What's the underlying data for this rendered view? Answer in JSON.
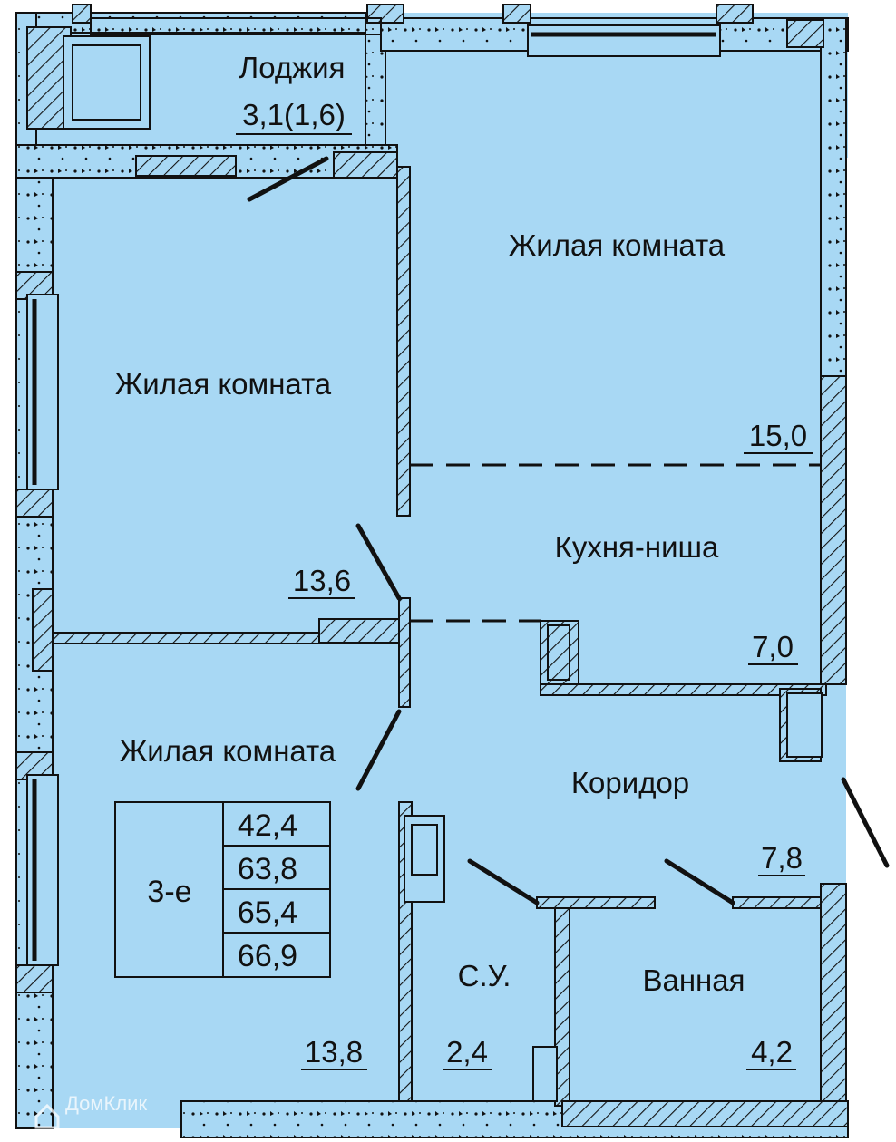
{
  "colors": {
    "room_fill": "#a8d8f4",
    "wall_fill": "#a8d8f4",
    "line": "#111111",
    "hatch": "#111111"
  },
  "rooms": {
    "loggia": {
      "name": "Лоджия",
      "area": "3,1(1,6)"
    },
    "living_left_top": {
      "name": "Жилая комната",
      "area": "13,6"
    },
    "living_right": {
      "name": "Жилая комната",
      "area": "15,0"
    },
    "kitchen": {
      "name": "Кухня-ниша",
      "area": "7,0"
    },
    "living_left_bottom": {
      "name": "Жилая комната",
      "area": "13,8"
    },
    "corridor": {
      "name": "Коридор",
      "area": "7,8"
    },
    "wc": {
      "name": "С.У.",
      "area": "2,4"
    },
    "bath": {
      "name": "Ванная",
      "area": "4,2"
    }
  },
  "summary_table": {
    "floor_label": "3-е",
    "values": [
      "42,4",
      "63,8",
      "65,4",
      "66,9"
    ]
  },
  "watermark": {
    "text": "ДомКлик",
    "icon": "domclick-logo-icon"
  }
}
